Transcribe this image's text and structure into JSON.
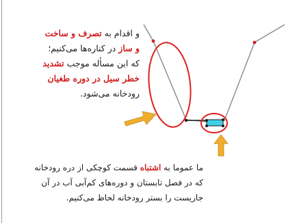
{
  "paragraph_top": {
    "line1": {
      "pre": "و اقدام به ",
      "hl": "تصرف و ساخت"
    },
    "line2": {
      "hl": "و ساز",
      "post": " در کناره‌ها می‌کنیم؛"
    },
    "line3": {
      "text": "که این مسأله موجب ",
      "hl": "تشدید"
    },
    "line4": {
      "hl": "خطر سیل در دوره طغیان"
    },
    "line5": {
      "text": "رودخانه می‌شود."
    }
  },
  "paragraph_bottom": {
    "line1": {
      "pre": "ما عموما به ",
      "hl": "اشتباه",
      "post": " قسمت کوچکی از دره رودخانه"
    },
    "line2": {
      "text": "که در فصل تابستان و دوره‌های کم‌آبی آب در آن"
    },
    "line3": {
      "text": "جاریست را بستر رودخانه لحاظ می‌کنیم."
    }
  },
  "colors": {
    "highlight": "#d11f1f",
    "ellipse": "#e02020",
    "arrow": "#f0ad2e",
    "water": "#3fd0e8",
    "valley_line": "#8a8a8a"
  }
}
